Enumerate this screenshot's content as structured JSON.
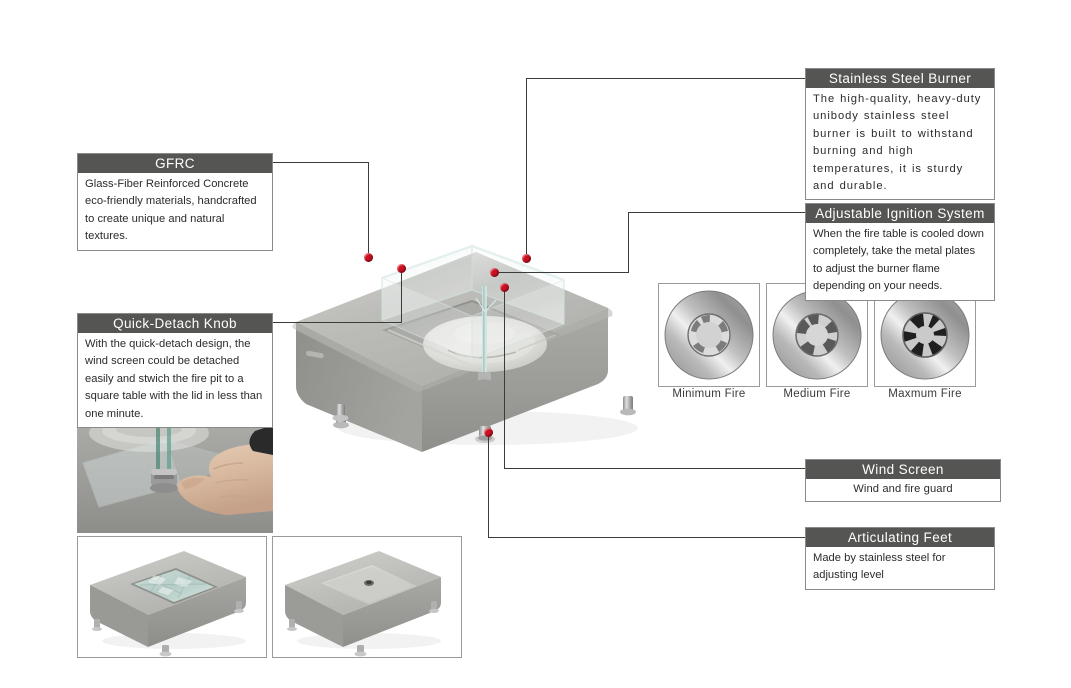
{
  "callouts": {
    "stainless_steel_burner": {
      "title": "Stainless Steel Burner",
      "body": "The high-quality, heavy-duty unibody stainless steel burner is built to withstand burning and high temperatures, it is sturdy and durable."
    },
    "gfrc": {
      "title": "GFRC",
      "body": "Glass-Fiber Reinforced Concrete eco-friendly materials, handcrafted to create unique and natural textures."
    },
    "adjustable_ignition_system": {
      "title": "Adjustable Ignition System",
      "body": "When the fire table is cooled down completely, take the metal plates to adjust the burner flame depending on your needs."
    },
    "quick_detach_knob": {
      "title": "Quick-Detach Knob",
      "body": "With the quick-detach design, the wind screen could be detached easily and stwich the fire pit to a square table with the lid in less than one minute."
    },
    "wind_screen": {
      "title": "Wind Screen",
      "body": "Wind and fire guard"
    },
    "articulating_feet": {
      "title": "Articulating Feet",
      "body": "Made by stainless steel for adjusting level"
    }
  },
  "burner_samples": [
    {
      "label": "Minimum Fire",
      "icon": "burner-plate-icon"
    },
    {
      "label": "Medium Fire",
      "icon": "burner-plate-icon"
    },
    {
      "label": "Maxmum Fire",
      "icon": "burner-plate-icon"
    }
  ],
  "photos": {
    "knob_detail": "quick-detach-knob-photo",
    "firepit_with_glass_rocks": "firepit-glass-rocks-photo",
    "firepit_with_lid": "firepit-lid-photo"
  },
  "hero": {
    "name": "fire-pit-product-render"
  },
  "colors": {
    "header_bar": "#555553",
    "marker_dot": "#cc1122",
    "connector_line": "#3b3b3b",
    "box_border": "#8a8a8a",
    "concrete_top": "#b9b9b5",
    "concrete_side": "#9d9d99",
    "background": "#ffffff"
  }
}
